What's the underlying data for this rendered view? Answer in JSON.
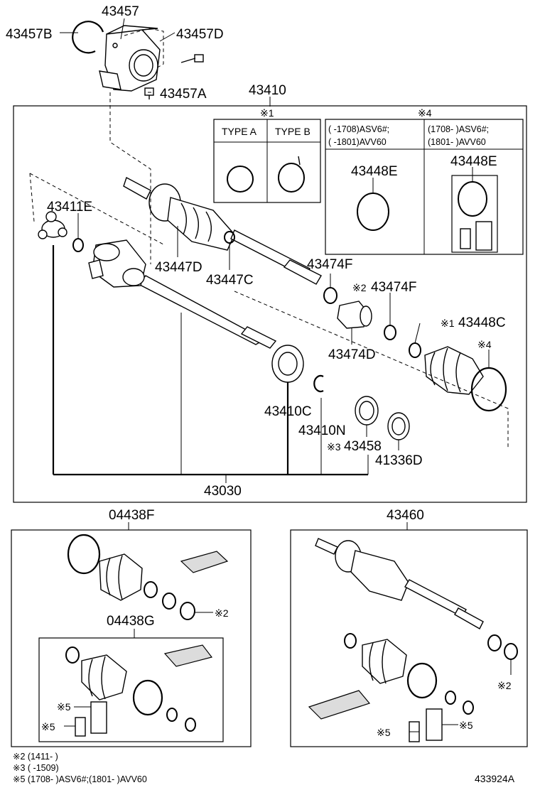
{
  "parts": {
    "p43457": "43457",
    "p43457B": "43457B",
    "p43457D": "43457D",
    "p43457A": "43457A",
    "p43410": "43410",
    "p43411E": "43411E",
    "p43447D": "43447D",
    "p43447C": "43447C",
    "p43474F_1": "43474F",
    "p43474F_2": "43474F",
    "p43474D": "43474D",
    "p43448C": "43448C",
    "p43410C": "43410C",
    "p43410N": "43410N",
    "p43458": "43458",
    "p41336D": "41336D",
    "p43030": "43030",
    "p04438F": "04438F",
    "p04438G": "04438G",
    "p43460": "43460",
    "p43448E_1": "43448E",
    "p43448E_2": "43448E"
  },
  "marks": {
    "m1": "※1",
    "m4": "※4",
    "m2a": "※2",
    "m1b": "※1",
    "m4b": "※4",
    "m3": "※3",
    "m2b": "※2",
    "m5a": "※5",
    "m5b": "※5",
    "m2c": "※2",
    "m5c": "※5",
    "m5d": "※5"
  },
  "type_box": {
    "type_a": "TYPE A",
    "type_b": "TYPE B"
  },
  "variant_box": {
    "left_line1": "(      -1708)ASV6#;",
    "left_line2": "(      -1801)AVV60",
    "right_line1": "(1708-      )ASV6#;",
    "right_line2": "(1801-      )AVV60"
  },
  "notes": {
    "n2": "※2 (1411-      )",
    "n3": "※3 (      -1509)",
    "n5": "※5 (1708-      )ASV6#;(1801-      )AVV60"
  },
  "diagram_id": "433924A"
}
